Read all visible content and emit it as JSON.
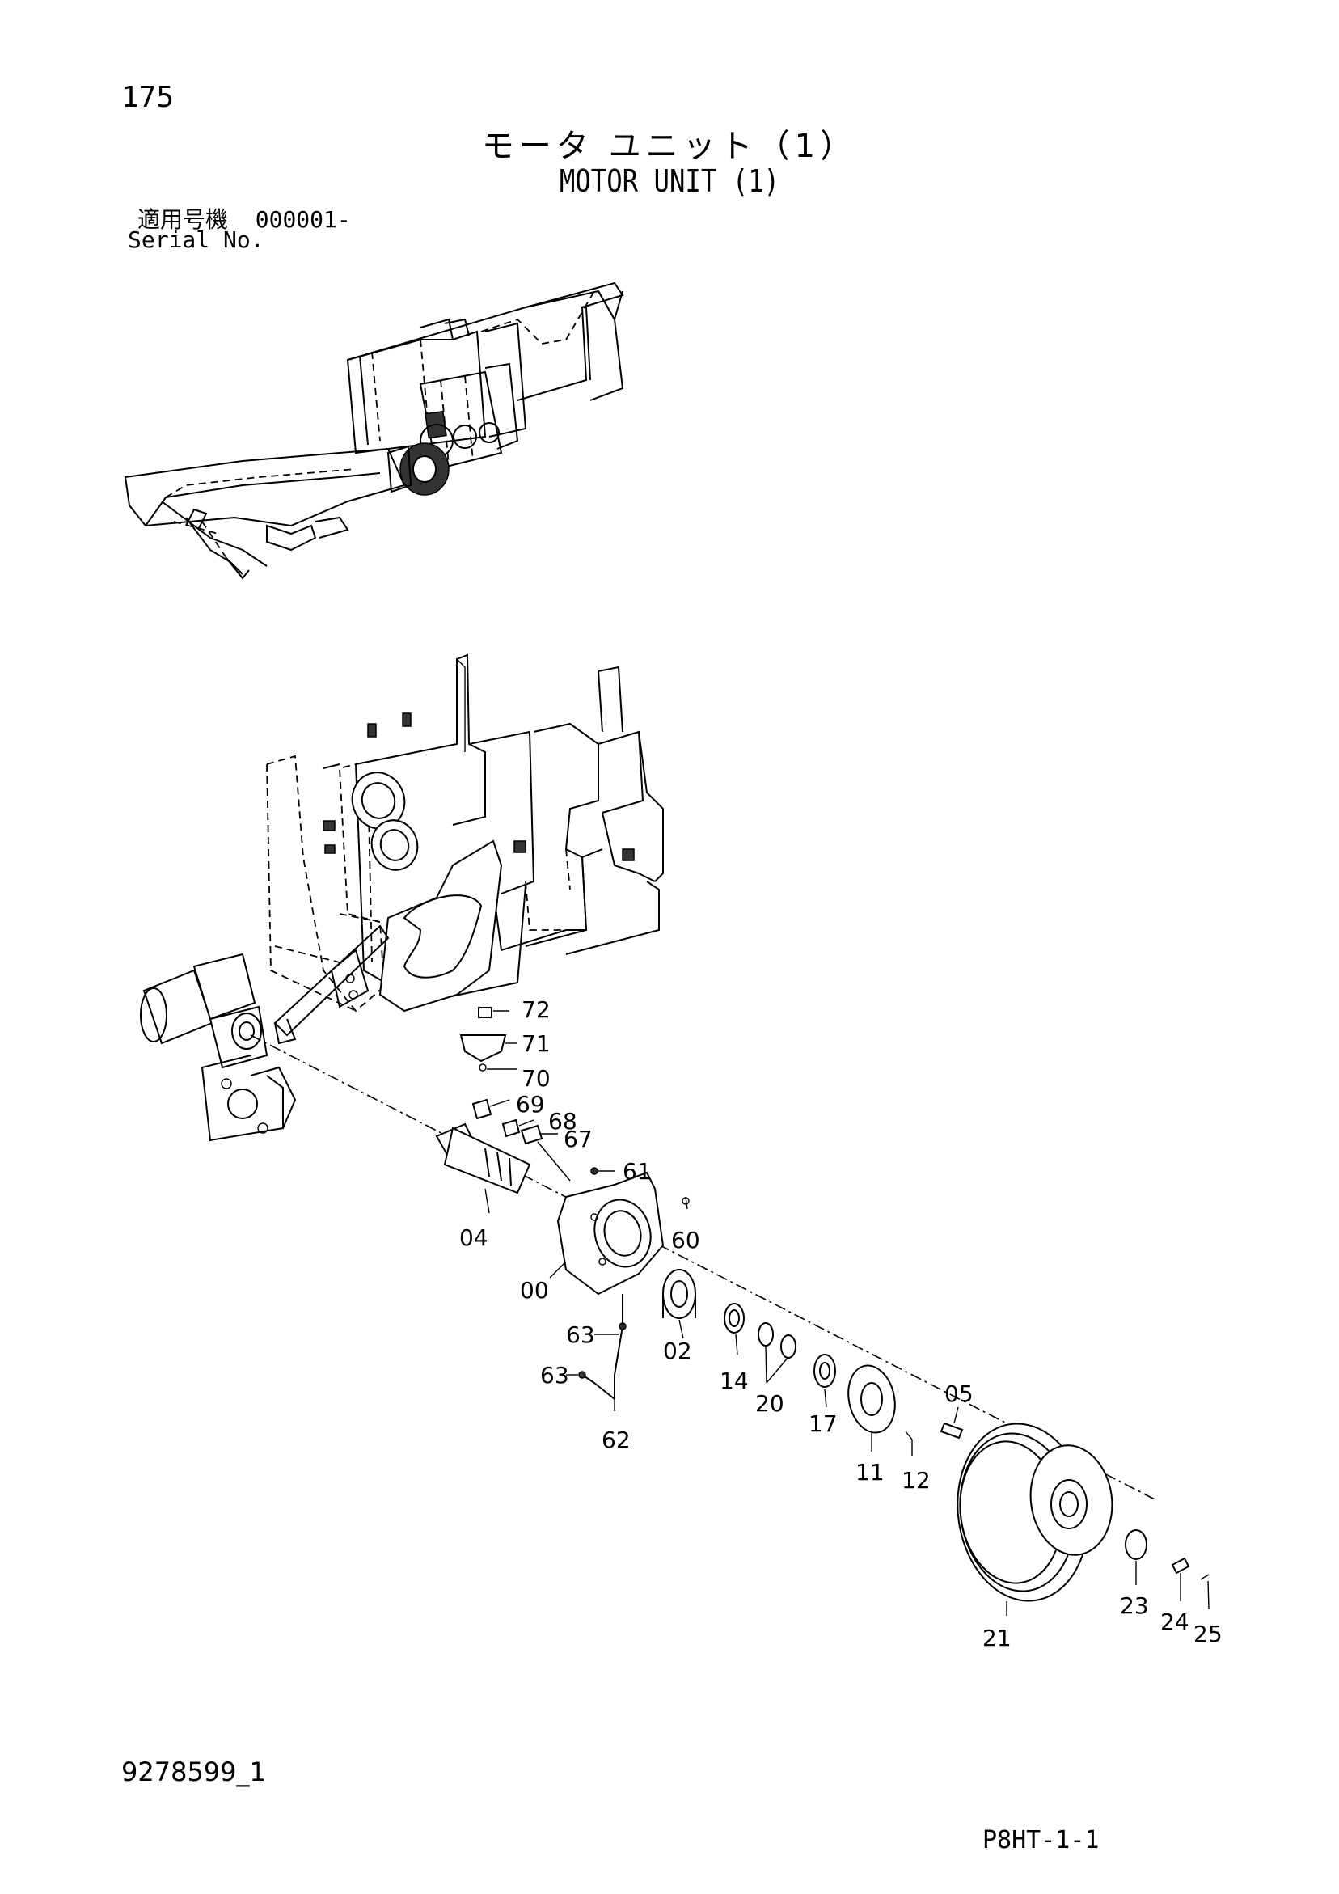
{
  "header": {
    "page_number": "175",
    "title_jp": "モータ ユニット（1）",
    "title_en": "MOTOR UNIT (1)",
    "serial_label_jp": "適用号機",
    "serial_value": "000001-",
    "serial_label_en": "Serial No."
  },
  "parts": [
    {
      "id": "p72",
      "label": "72"
    },
    {
      "id": "p71",
      "label": "71"
    },
    {
      "id": "p70",
      "label": "70"
    },
    {
      "id": "p69",
      "label": "69"
    },
    {
      "id": "p68",
      "label": "68"
    },
    {
      "id": "p67",
      "label": "67"
    },
    {
      "id": "p61",
      "label": "61"
    },
    {
      "id": "p60",
      "label": "60"
    },
    {
      "id": "p04",
      "label": "04"
    },
    {
      "id": "p00",
      "label": "00"
    },
    {
      "id": "p02",
      "label": "02"
    },
    {
      "id": "p63a",
      "label": "63"
    },
    {
      "id": "p63b",
      "label": "63"
    },
    {
      "id": "p62",
      "label": "62"
    },
    {
      "id": "p14",
      "label": "14"
    },
    {
      "id": "p20",
      "label": "20"
    },
    {
      "id": "p17",
      "label": "17"
    },
    {
      "id": "p05",
      "label": "05"
    },
    {
      "id": "p11",
      "label": "11"
    },
    {
      "id": "p12",
      "label": "12"
    },
    {
      "id": "p21",
      "label": "21"
    },
    {
      "id": "p23",
      "label": "23"
    },
    {
      "id": "p24",
      "label": "24"
    },
    {
      "id": "p25",
      "label": "25"
    }
  ],
  "footer": {
    "drawing_number": "9278599_1",
    "sheet_code": "P8HT-1-1"
  }
}
